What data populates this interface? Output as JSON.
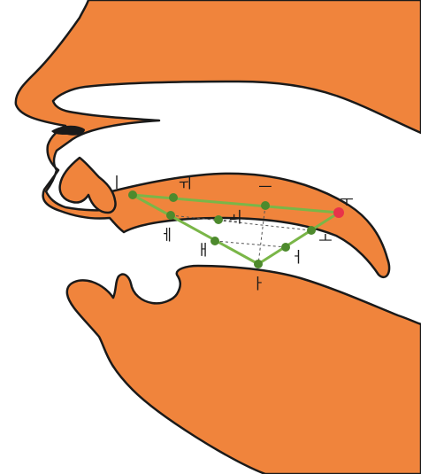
{
  "colors": {
    "tissue": "#f0843c",
    "outline": "#1a1a1a",
    "triangle": "#7ab648",
    "point": "#4d8a2d",
    "accent_point": "#e8334a",
    "guide": "#555555"
  },
  "vowel_points": [
    {
      "name": "i",
      "label": "ㅣ"
    },
    {
      "name": "wi",
      "label": "ㅟ"
    },
    {
      "name": "eu",
      "label": "ㅡ"
    },
    {
      "name": "u",
      "label": "ㅜ"
    },
    {
      "name": "e",
      "label": "ㅔ"
    },
    {
      "name": "oe",
      "label": "ㅚ"
    },
    {
      "name": "o",
      "label": "ㅗ"
    },
    {
      "name": "ae",
      "label": "ㅐ"
    },
    {
      "name": "eo",
      "label": "ㅓ"
    },
    {
      "name": "a",
      "label": "ㅏ"
    }
  ]
}
